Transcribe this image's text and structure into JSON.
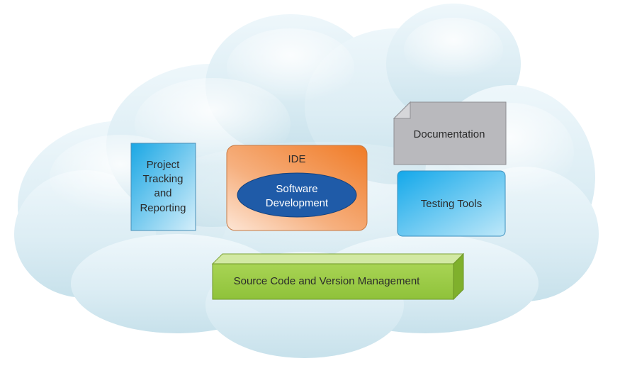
{
  "diagram": {
    "cloud": {
      "icon": "cloud-icon",
      "fill": "#dff0f6",
      "edge": "#bcdde8"
    },
    "project_tracking": {
      "lines": [
        "Project",
        "Tracking",
        "and",
        "Reporting"
      ],
      "color": "#4fb8ea"
    },
    "ide": {
      "label": "IDE",
      "color": "#f28a3c"
    },
    "software_development": {
      "lines": [
        "Software",
        "Development"
      ],
      "color": "#1f5ba8",
      "text_color": "#ffffff"
    },
    "documentation": {
      "label": "Documentation",
      "color": "#b9b9bd"
    },
    "testing_tools": {
      "label": "Testing Tools",
      "color": "#2fb2ea"
    },
    "source_code": {
      "label": "Source Code and Version Management",
      "color": "#9ccd45"
    }
  }
}
